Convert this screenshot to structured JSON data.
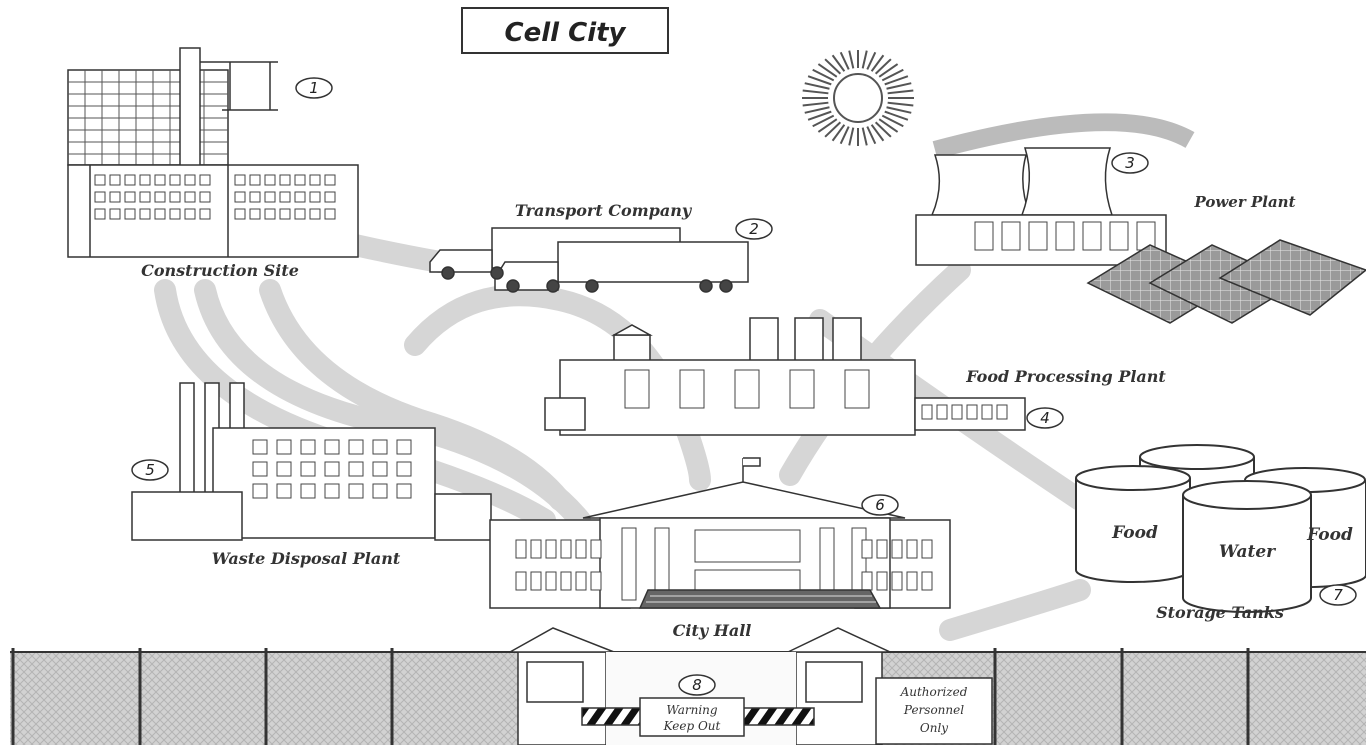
{
  "title": "Cell City",
  "labels": {
    "construction": "Construction Site",
    "transport": "Transport Company",
    "power": "Power Plant",
    "food_processing": "Food Processing Plant",
    "waste": "Waste Disposal Plant",
    "city_hall": "City Hall",
    "storage": "Storage Tanks"
  },
  "numbers": [
    "1",
    "2",
    "3",
    "4",
    "5",
    "6",
    "7",
    "8"
  ],
  "tanks": [
    "Food",
    "Water",
    "Food"
  ],
  "signs": {
    "warning_line1": "Warning",
    "warning_line2": "Keep Out",
    "auth_line1": "Authorized",
    "auth_line2": "Personnel",
    "auth_line3": "Only"
  }
}
